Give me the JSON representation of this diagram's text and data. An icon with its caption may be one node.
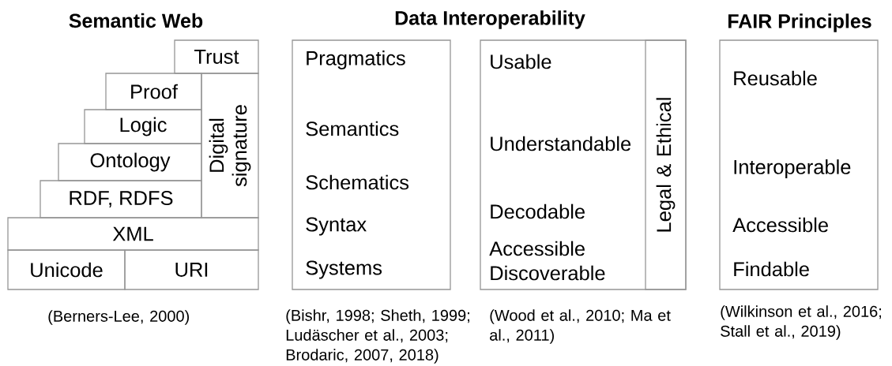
{
  "diagram": {
    "nodes": [
      {
        "text": [
          "Trust"
        ]
      },
      {
        "text": [
          "Proof"
        ]
      },
      {
        "text": [
          "Digital signature"
        ]
      },
      {
        "text": [
          "Logic"
        ]
      },
      {
        "text": [
          "Ontology"
        ]
      },
      {
        "text": [
          "RDF, RDFS"
        ]
      },
      {
        "text": [
          "XML"
        ]
      },
      {
        "text": [
          "Unicode"
        ]
      },
      {
        "text": [
          "URI"
        ]
      },
      {
        "text": [
          "Pragmatics",
          "Semantics",
          "Schematics",
          "Syntax",
          "Systems"
        ]
      },
      {
        "text": [
          "Usable",
          "Understandable",
          "Decodable",
          "Accessible",
          "Discoverable"
        ]
      },
      {
        "text": [
          "Legal & Ethical"
        ],
        "in": 10
      },
      {
        "text": [
          "Reusable",
          "Interoperable",
          "Accessible",
          "Findable"
        ]
      }
    ],
    "labels": [
      "Semantic Web",
      "Data Interoperability",
      "FAIR Principles",
      "(Berners-Lee, 2000)",
      "(Bishr, 1998; Sheth, 1999; Ludäscher et al., 2003; Brodaric, 2007, 2018)",
      "(Wood et al., 2010; Ma et al., 2011)",
      "(Wilkinson et al., 2016; Stall et al., 2019)"
    ]
  }
}
